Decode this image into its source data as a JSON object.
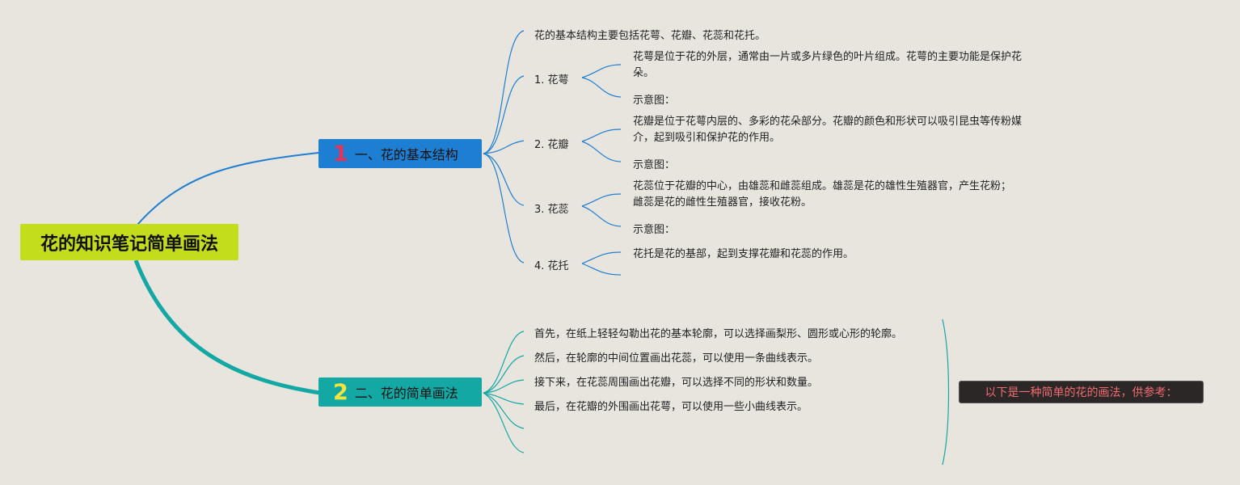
{
  "root": {
    "title": "花的知识笔记简单画法"
  },
  "branch1": {
    "number": "1",
    "title": "一、花的基本结构",
    "intro": "花的基本结构主要包括花萼、花瓣、花蕊和花托。",
    "parts": [
      {
        "label": "1. 花萼",
        "desc": "花萼是位于花的外层，通常由一片或多片绿色的叶片组成。花萼的主要功能是保护花朵。",
        "sketch": "示意图："
      },
      {
        "label": "2. 花瓣",
        "desc": "花瓣是位于花萼内层的、多彩的花朵部分。花瓣的颜色和形状可以吸引昆虫等传粉媒介，起到吸引和保护花的作用。",
        "sketch": "示意图："
      },
      {
        "label": "3. 花蕊",
        "desc": "花蕊位于花瓣的中心，由雄蕊和雌蕊组成。雄蕊是花的雄性生殖器官，产生花粉；雌蕊是花的雌性生殖器官，接收花粉。",
        "sketch": "示意图："
      },
      {
        "label": "4. 花托",
        "desc": "花托是花的基部，起到支撑花瓣和花蕊的作用。"
      }
    ]
  },
  "branch2": {
    "number": "2",
    "title": "二、花的简单画法",
    "steps": [
      "首先，在纸上轻轻勾勒出花的基本轮廓，可以选择画梨形、圆形或心形的轮廓。",
      "然后，在轮廓的中间位置画出花蕊，可以使用一条曲线表示。",
      "接下来，在花蕊周围画出花瓣，可以选择不同的形状和数量。",
      "最后，在花瓣的外围画出花萼，可以使用一些小曲线表示。"
    ],
    "summary_note": "以下是一种简单的花的画法，供参考："
  },
  "colors": {
    "background": "#e8e5df",
    "root": "#c3dc1c",
    "branch1": "#1e7ed1",
    "branch2": "#14a8a4",
    "number1": "#e63357",
    "number2": "#f2e43c",
    "note_bg": "#2b2727",
    "note_text": "#f06b70"
  }
}
